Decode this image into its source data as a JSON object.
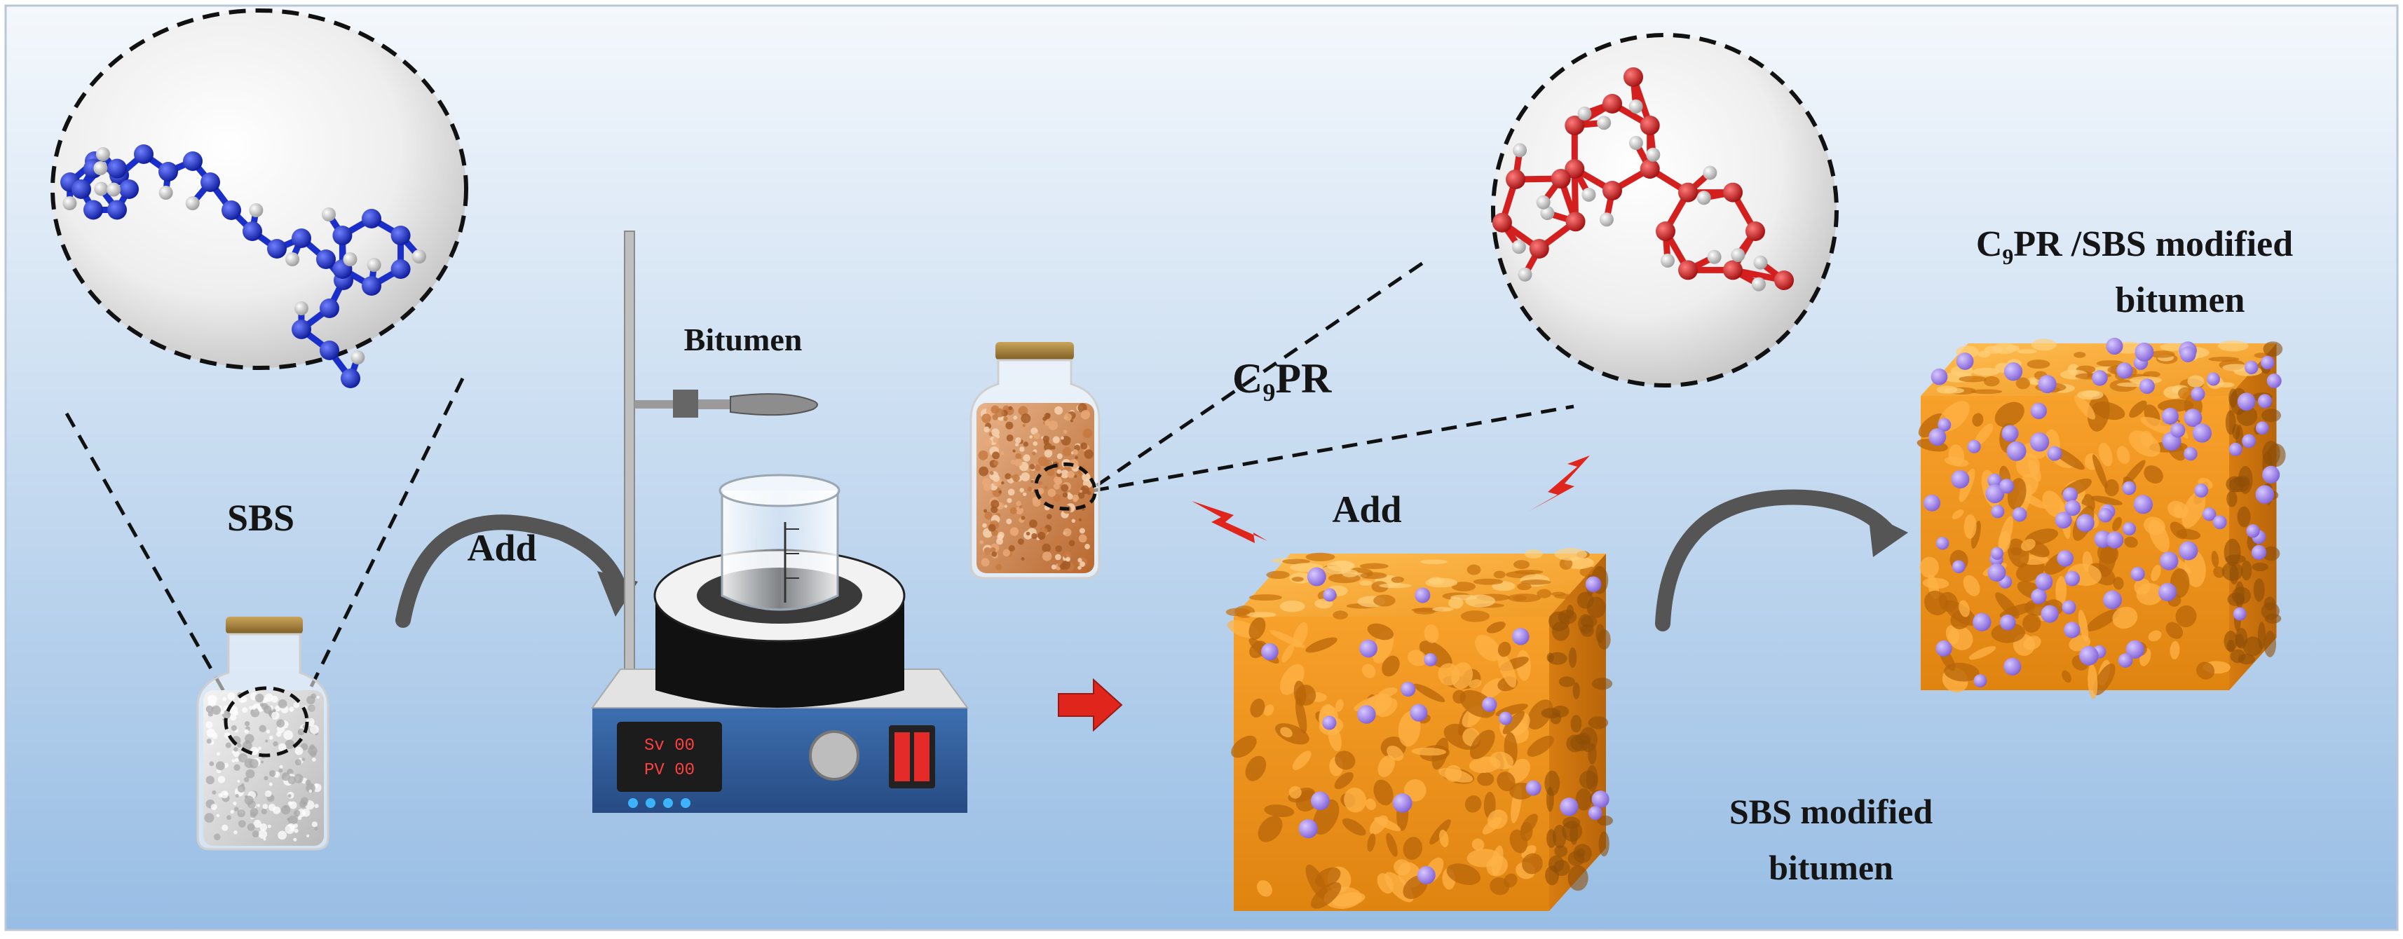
{
  "labels": {
    "sbs": "SBS",
    "add_left": "Add",
    "bitumen": "Bitumen",
    "c9pr_prefix": "C",
    "c9pr_sub": "9",
    "c9pr_suffix": "PR",
    "add_right": "Add",
    "sbs_modified_line1": "SBS modified",
    "sbs_modified_line2": "bitumen",
    "final_line1_prefix": "C",
    "final_line1_sub": "9",
    "final_line1_suffix": "PR /SBS modified",
    "final_line2": "bitumen"
  },
  "heater_display": {
    "line1": "Sv 00",
    "line2": "PV 00"
  },
  "colors": {
    "background_top": "#f4f8fc",
    "background_bottom": "#98bde4",
    "sbs_molecule": "#1a2fc9",
    "c9pr_molecule": "#d41f1f",
    "bitumen_orange": "#f2951c",
    "polymer_particle": "#a98be8",
    "arrow_red": "#e0261c",
    "arrow_gray": "#6d6d6d"
  }
}
